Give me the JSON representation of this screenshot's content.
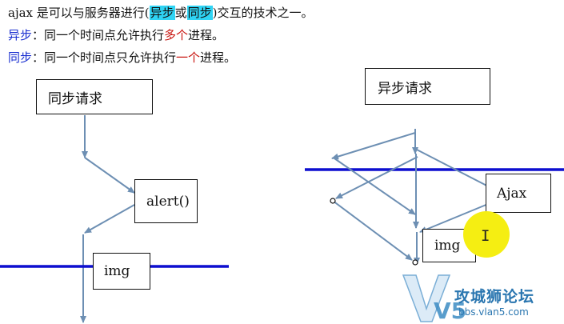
{
  "intro": {
    "prefix": "ajax 是可以与服务器进行(",
    "hl_async": "异步",
    "or": "或",
    "hl_sync": "同步",
    "suffix": ")交互的技术之一。"
  },
  "async_def": {
    "label": "异步",
    "text_a": "：同一个时间点允许执行",
    "emph": "多个",
    "text_b": "进程。"
  },
  "sync_def": {
    "label": "同步",
    "text_a": "：同一个时间点只允许执行",
    "emph": "一个",
    "text_b": "进程。"
  },
  "sync_diagram": {
    "title_box": "同步请求",
    "alert_box": "alert()",
    "img_box": "img"
  },
  "async_diagram": {
    "title_box": "异步请求",
    "ajax_box": "Ajax",
    "img_box": "img"
  },
  "watermark": {
    "logo_text": "V5",
    "brand": "攻城狮论坛",
    "url": "bbs.vlan5.com"
  },
  "colors": {
    "highlight": "#2fd4f4",
    "label_blue": "#1a2fd0",
    "emphasis_red": "#c8140f",
    "timeline_blue": "#0d0fcf",
    "arrow": "#6d8fb3",
    "cursor_halo": "#f5ee12",
    "watermark": "#2a76b0"
  },
  "icons": {
    "cursor": "text-cursor-icon",
    "logo": "v5-logo-icon"
  }
}
